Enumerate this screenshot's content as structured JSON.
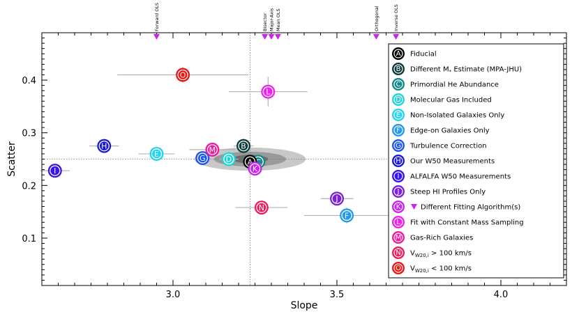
{
  "chart_data": {
    "type": "scatter",
    "xlabel": "Slope",
    "ylabel": "Scatter",
    "xlim": [
      2.6,
      4.2
    ],
    "ylim": [
      0.01,
      0.49
    ],
    "xticks": [
      3.0,
      3.5,
      4.0
    ],
    "xtick_labels": [
      "3.0",
      "3.5",
      "4.0"
    ],
    "yticks": [
      0.1,
      0.2,
      0.3,
      0.4
    ],
    "ytick_labels": [
      "0.1",
      "0.2",
      "0.3",
      "0.4"
    ],
    "reference_lines": {
      "x": 3.235,
      "y": 0.25
    },
    "contours": {
      "center": [
        3.235,
        0.25
      ],
      "levels": [
        {
          "dx": 0.17,
          "dy": 0.022,
          "color": "#c8c8c8"
        },
        {
          "dx": 0.11,
          "dy": 0.014,
          "color": "#9a9a9a"
        },
        {
          "dx": 0.055,
          "dy": 0.008,
          "color": "#6e6e6e"
        }
      ]
    },
    "top_markers": [
      {
        "label": "Forward OLS",
        "x": 2.95
      },
      {
        "label": "Bisector",
        "x": 3.28
      },
      {
        "label": "Major-Axis",
        "x": 3.3
      },
      {
        "label": "Mean OLS",
        "x": 3.32
      },
      {
        "label": "Orthogonal",
        "x": 3.62
      },
      {
        "label": "Inverse OLS",
        "x": 3.68
      }
    ],
    "top_marker_color": "#cc22ee",
    "series": [
      {
        "letter": "A",
        "name": "Fiducial",
        "color": "#000000",
        "x": 3.235,
        "y": 0.245,
        "xerr": 0,
        "yerr": 0
      },
      {
        "letter": "B",
        "name": "Different M* Estimate (MPA-JHU)",
        "color": "#0a3a3a",
        "x": 3.215,
        "y": 0.275,
        "xerr": 0.03,
        "yerr": 0
      },
      {
        "letter": "C",
        "name": "Primordial He Abundance",
        "color": "#128a8a",
        "x": 3.26,
        "y": 0.245,
        "xerr": 0,
        "yerr": 0
      },
      {
        "letter": "D",
        "name": "Molecular Gas Included",
        "color": "#22d4d4",
        "x": 3.17,
        "y": 0.25,
        "xerr": 0.03,
        "yerr": 0
      },
      {
        "letter": "E",
        "name": "Non-Isolated Galaxies Only",
        "color": "#22d4ee",
        "x": 2.95,
        "y": 0.26,
        "xerr": 0.055,
        "yerr": 0
      },
      {
        "letter": "F",
        "name": "Edge-on Galaxies Only",
        "color": "#2299ee",
        "x": 3.53,
        "y": 0.143,
        "xerr": 0.13,
        "yerr": 0.015
      },
      {
        "letter": "G",
        "name": "Turbulence Correction",
        "color": "#1a55ee",
        "x": 3.09,
        "y": 0.252,
        "xerr": 0.02,
        "yerr": 0
      },
      {
        "letter": "H",
        "name": "Our W50 Measurements",
        "color": "#1a1ad4",
        "x": 2.79,
        "y": 0.275,
        "xerr": 0.045,
        "yerr": 0
      },
      {
        "letter": "I",
        "name": "ALFALFA W50 Measurements",
        "color": "#3a14ee",
        "x": 2.64,
        "y": 0.228,
        "xerr": 0.045,
        "yerr": 0
      },
      {
        "letter": "J",
        "name": "Steep HI Profiles Only",
        "color": "#7a22d4",
        "x": 3.5,
        "y": 0.175,
        "xerr": 0.05,
        "yerr": 0.008
      },
      {
        "letter": "K",
        "name": "Different Fitting Algorithm(s)",
        "color": "#cc22ee",
        "x": 3.25,
        "y": 0.232,
        "xerr": 0,
        "yerr": 0
      },
      {
        "letter": "L",
        "name": "Fit with Constant Mass Sampling",
        "color": "#ee22ee",
        "x": 3.29,
        "y": 0.378,
        "xerr": 0.12,
        "yerr": 0.028
      },
      {
        "letter": "M",
        "name": "Gas-Rich Galaxies",
        "color": "#ee1aa0",
        "x": 3.12,
        "y": 0.268,
        "xerr": 0.07,
        "yerr": 0
      },
      {
        "letter": "N",
        "name": "V_W20,i > 100 km/s",
        "color": "#ee1a5a",
        "x": 3.27,
        "y": 0.158,
        "xerr": 0.08,
        "yerr": 0
      },
      {
        "letter": "O",
        "name": "V_W20,i < 100 km/s",
        "color": "#ee1414",
        "x": 3.03,
        "y": 0.41,
        "xerr": 0.2,
        "yerr": 0.015
      }
    ]
  },
  "legend": {
    "entries": [
      {
        "letter": "A",
        "pre": "Fiducial",
        "sub": "",
        "post": ""
      },
      {
        "letter": "B",
        "pre": "Different M",
        "sub": "*",
        "post": " Estimate (MPA-JHU)"
      },
      {
        "letter": "C",
        "pre": "Primordial He Abundance",
        "sub": "",
        "post": ""
      },
      {
        "letter": "D",
        "pre": "Molecular Gas Included",
        "sub": "",
        "post": ""
      },
      {
        "letter": "E",
        "pre": "Non-Isolated Galaxies Only",
        "sub": "",
        "post": ""
      },
      {
        "letter": "F",
        "pre": "Edge-on Galaxies Only",
        "sub": "",
        "post": ""
      },
      {
        "letter": "G",
        "pre": "Turbulence Correction",
        "sub": "",
        "post": ""
      },
      {
        "letter": "H",
        "pre": "Our W50 Measurements",
        "sub": "",
        "post": ""
      },
      {
        "letter": "I",
        "pre": "ALFALFA W50 Measurements",
        "sub": "",
        "post": ""
      },
      {
        "letter": "J",
        "pre": "Steep HI Profiles Only",
        "sub": "",
        "post": ""
      },
      {
        "letter": "K",
        "pre": "Different Fitting Algorithm(s)",
        "sub": "",
        "post": "",
        "triangle": true
      },
      {
        "letter": "L",
        "pre": "Fit with Constant Mass Sampling",
        "sub": "",
        "post": ""
      },
      {
        "letter": "M",
        "pre": "Gas-Rich Galaxies",
        "sub": "",
        "post": ""
      },
      {
        "letter": "N",
        "pre": "V",
        "sub": "W20,i",
        "post": " > 100 km/s"
      },
      {
        "letter": "O",
        "pre": "V",
        "sub": "W20,i",
        "post": " < 100 km/s"
      }
    ]
  }
}
